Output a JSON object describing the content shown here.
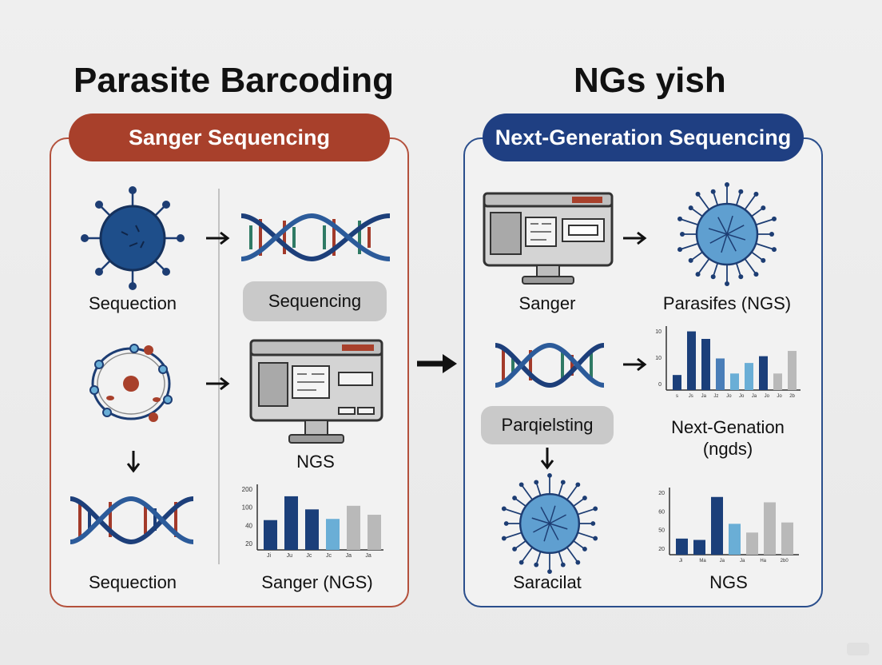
{
  "titles": {
    "left": "Parasite Barcoding",
    "right": "NGs уish"
  },
  "left_panel": {
    "header": "Sanger Sequencing",
    "labels": {
      "virus": "Sequection",
      "sequencing_pill": "Sequencing",
      "computer": "NGS",
      "dna_bottom": "Sequection",
      "chart": "Sanger (NGS)"
    }
  },
  "right_panel": {
    "header": "Next-Generation Sequencing",
    "labels": {
      "computer": "Sanger",
      "parasite": "Parasifes (NGS)",
      "pill": "Parqielsting",
      "chart_top_line1": "Next-Genation",
      "chart_top_line2": "(ngds)",
      "parasite_bottom": "Saracilat",
      "chart_bottom": "NGS"
    }
  },
  "colors": {
    "sanger_red": "#a8402b",
    "ngs_navy": "#1f3f82",
    "dark_blue": "#1b3f7a",
    "light_blue": "#6aaed6",
    "gray_bar": "#b9b9b9"
  },
  "icons": [
    "virus-icon",
    "dna-helix-icon",
    "cell-icon",
    "computer-icon",
    "bar-chart-icon",
    "arrow-right-icon",
    "arrow-down-icon",
    "parasite-icon"
  ],
  "chart_data": [
    {
      "type": "bar",
      "categories": [
        "Ji",
        "Ju",
        "Jc",
        "Jc",
        "Ja",
        "Ja"
      ],
      "values": [
        100,
        180,
        136,
        104,
        148,
        118
      ],
      "ylim": [
        0,
        220
      ],
      "yticks": [
        "20",
        "40",
        "100",
        "200"
      ],
      "colors": [
        "#1b3f7a",
        "#1b3f7a",
        "#1b3f7a",
        "#6aaed6",
        "#b9b9b9",
        "#b9b9b9"
      ]
    },
    {
      "type": "bar",
      "categories": [
        "s",
        "Js",
        "Ja",
        "Jz",
        "Jo",
        "Jo",
        "Ja",
        "Jo",
        "Jo",
        "2b"
      ],
      "values": [
        20,
        78,
        68,
        42,
        22,
        36,
        45,
        22,
        52
      ],
      "ylim": [
        0,
        85
      ],
      "yticks": [
        "0",
        "10",
        "10"
      ],
      "colors": [
        "#1b3f7a",
        "#1b3f7a",
        "#1b3f7a",
        "#4a7eb8",
        "#6aaed6",
        "#6aaed6",
        "#1b3f7a",
        "#b9b9b9",
        "#b9b9b9"
      ]
    },
    {
      "type": "bar",
      "categories": [
        "Ji",
        "Ma",
        "Ja",
        "Ja",
        "Ha",
        "2b0"
      ],
      "values": [
        24,
        22,
        86,
        46,
        33,
        78,
        48
      ],
      "ylim": [
        0,
        100
      ],
      "yticks": [
        "20",
        "50",
        "60",
        "20"
      ],
      "colors": [
        "#1b3f7a",
        "#1b3f7a",
        "#1b3f7a",
        "#6aaed6",
        "#b9b9b9",
        "#b9b9b9",
        "#b9b9b9"
      ]
    }
  ]
}
